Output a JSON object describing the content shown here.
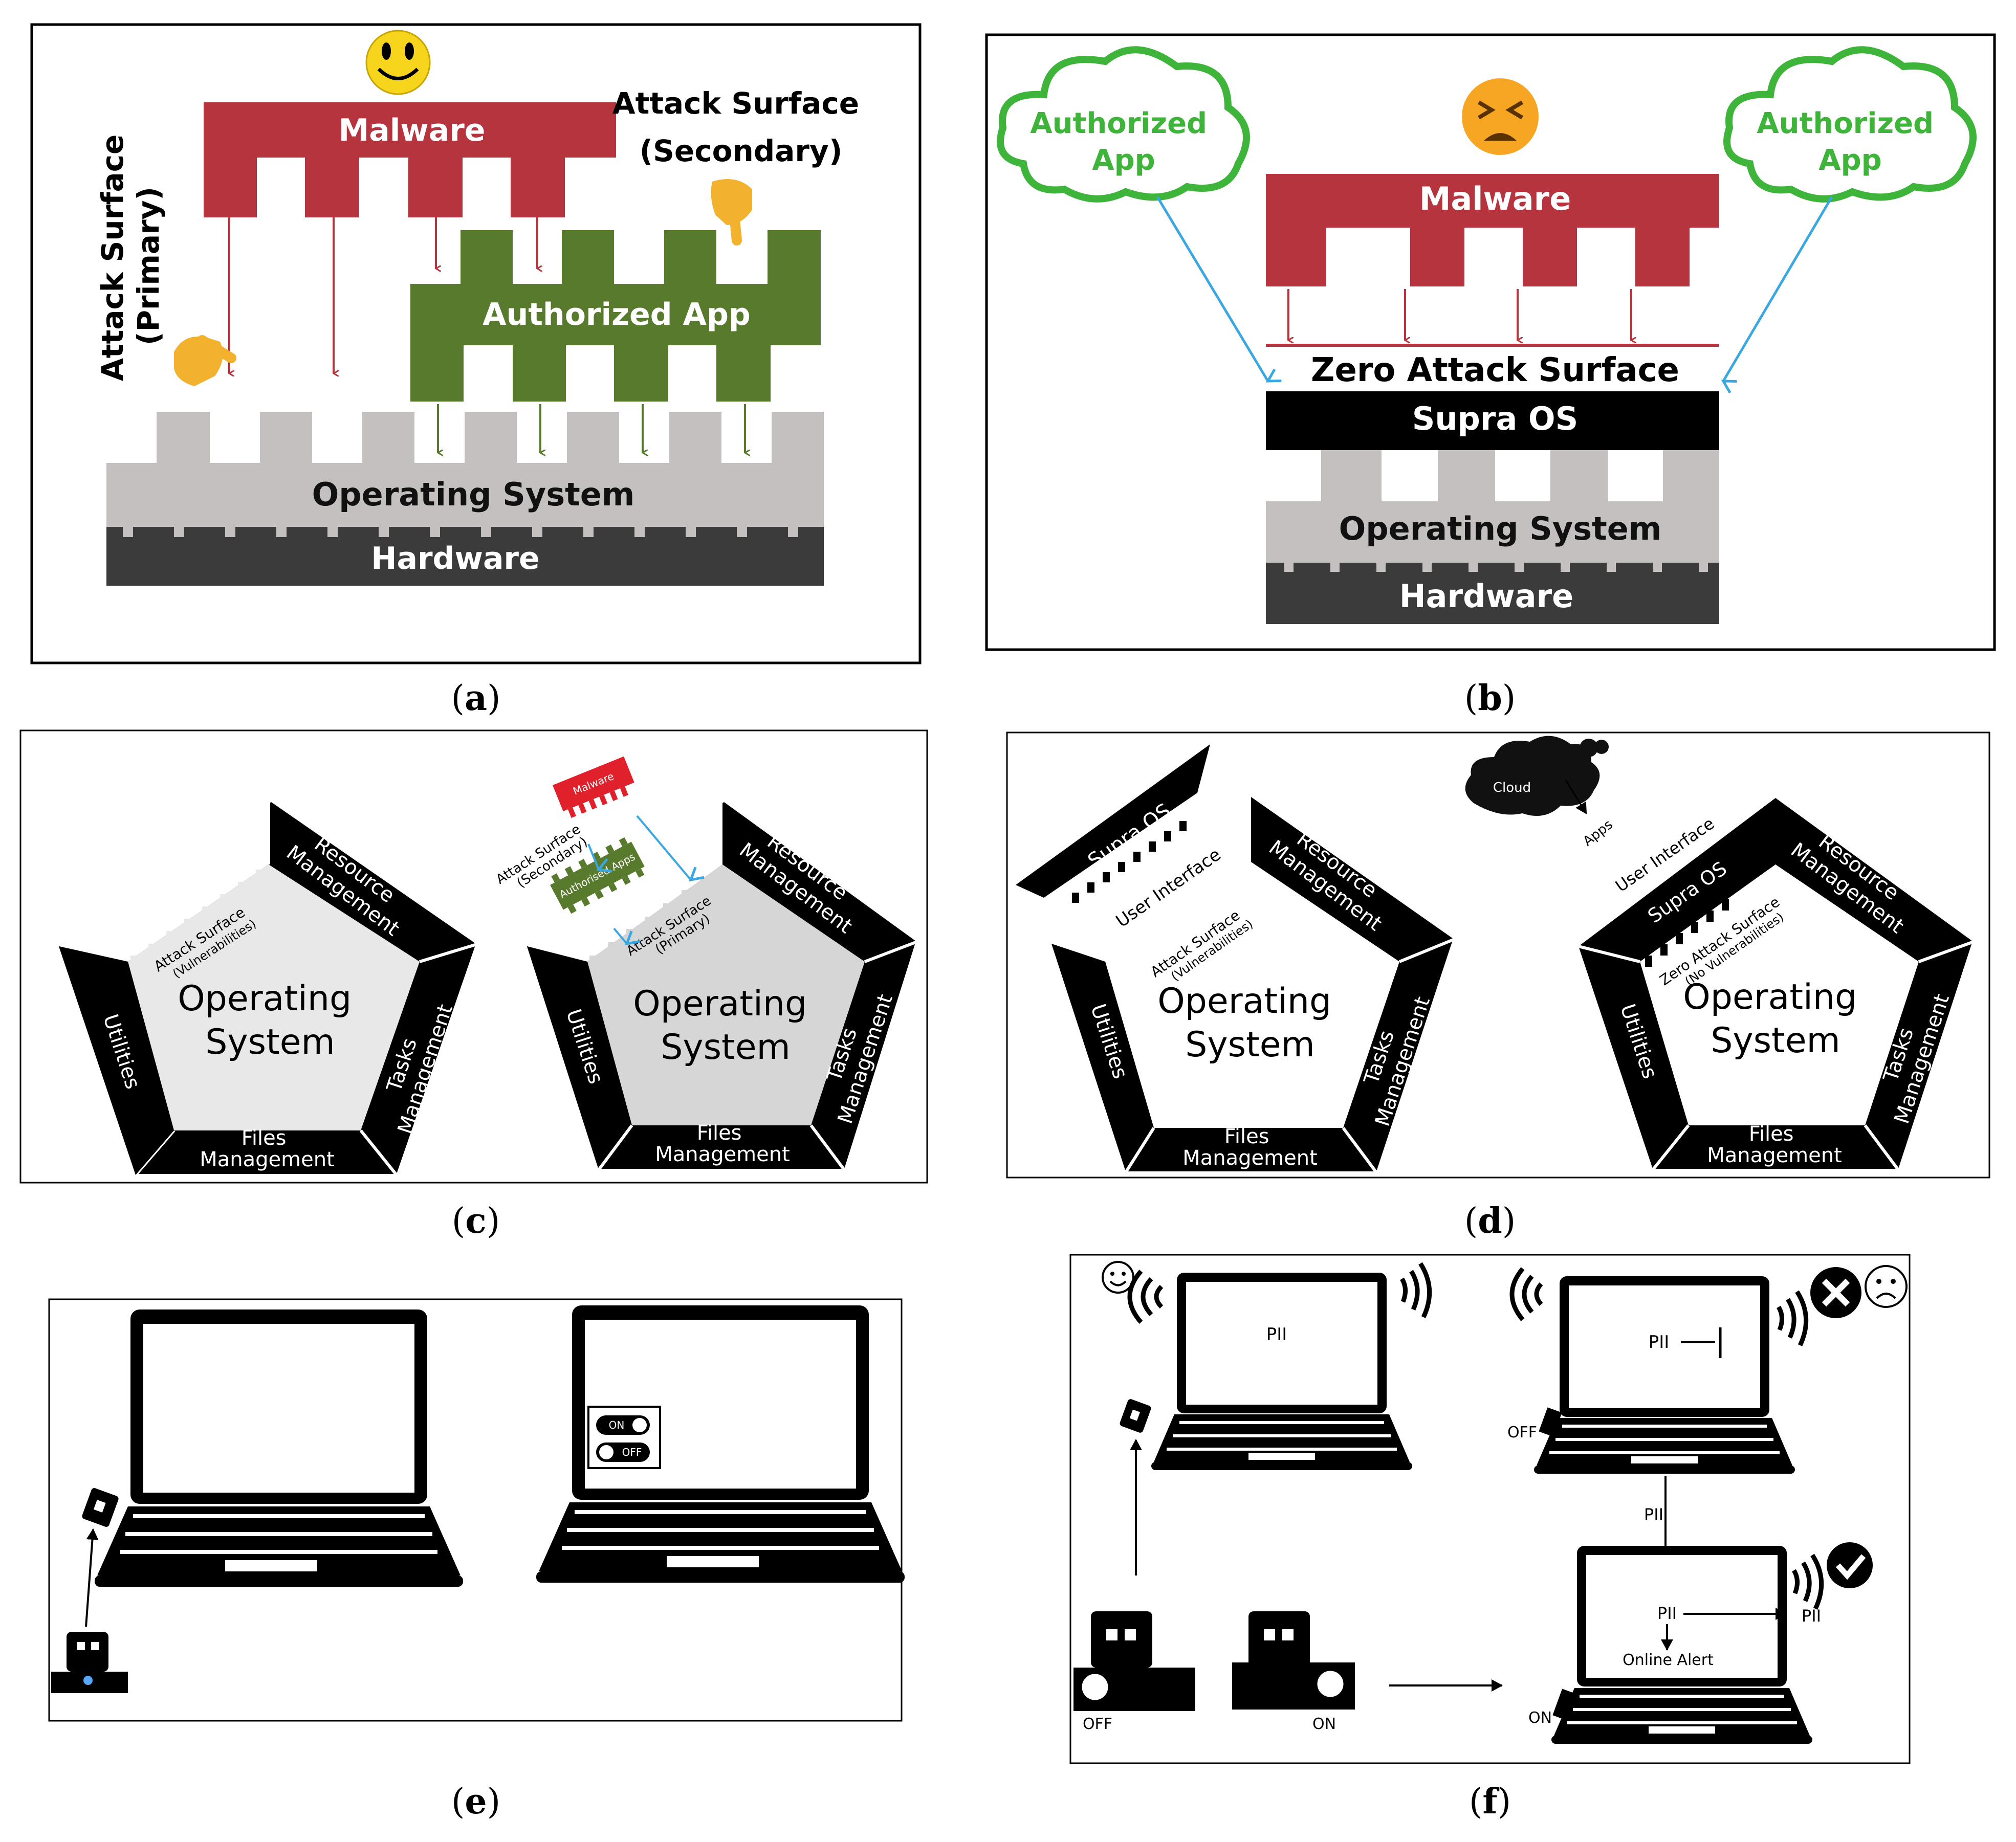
{
  "panels": {
    "a": {
      "caption": "a",
      "malware": "Malware",
      "authorized_app": "Authorized App",
      "os": "Operating System",
      "hardware": "Hardware",
      "attack_primary_1": "Attack Surface",
      "attack_primary_2": "(Primary)",
      "attack_secondary_1": "Attack Surface",
      "attack_secondary_2": "(Secondary)",
      "colors": {
        "malware": "#b5343e",
        "app": "#587a2c",
        "os": "#c4c0c0",
        "hardware": "#3b3b3b"
      }
    },
    "b": {
      "caption": "b",
      "cloud_left_1": "Authorized",
      "cloud_left_2": "App",
      "cloud_right_1": "Authorized",
      "cloud_right_2": "App",
      "malware": "Malware",
      "zero_attack": "Zero Attack Surface",
      "supra_os": "Supra OS",
      "os": "Operating System",
      "hardware": "Hardware",
      "colors": {
        "cloud_stroke": "#3fb43a",
        "arrow": "#3aa7e0"
      }
    },
    "c": {
      "caption": "c",
      "left": {
        "attack_1": "Attack Surface",
        "attack_2": "(Vulnerabilities)",
        "os_1": "Operating",
        "os_2": "System",
        "resource_1": "Resource",
        "resource_2": "Management",
        "tasks_1": "Tasks",
        "tasks_2": "Management",
        "files_1": "Files",
        "files_2": "Management",
        "utilities": "Utilities"
      },
      "right": {
        "malware": "Malware",
        "secondary_1": "Attack Surface",
        "secondary_2": "(Secondary)",
        "authorised_apps": "Authorised Apps",
        "primary_1": "Attack Surface",
        "primary_2": "(Primary)",
        "os_1": "Operating",
        "os_2": "System",
        "resource_1": "Resource",
        "resource_2": "Management",
        "tasks_1": "Tasks",
        "tasks_2": "Management",
        "files_1": "Files",
        "files_2": "Management",
        "utilities": "Utilities"
      }
    },
    "d": {
      "caption": "d",
      "cloud": "Cloud",
      "apps": "Apps",
      "left": {
        "supra_os": "Supra OS",
        "user_interface": "User Interface",
        "attack_1": "Attack Surface",
        "attack_2": "(Vulnerabilities)",
        "os_1": "Operating",
        "os_2": "System",
        "resource_1": "Resource",
        "resource_2": "Management",
        "tasks_1": "Tasks",
        "tasks_2": "Management",
        "files_1": "Files",
        "files_2": "Management",
        "utilities": "Utilities"
      },
      "right": {
        "user_interface": "User Interface",
        "supra_os": "Supra OS",
        "zero_1": "Zero Attack Surface",
        "zero_2": "(No Vulnerabilities)",
        "os_1": "Operating",
        "os_2": "System",
        "resource_1": "Resource",
        "resource_2": "Management",
        "tasks_1": "Tasks",
        "tasks_2": "Management",
        "files_1": "Files",
        "files_2": "Management",
        "utilities": "Utilities"
      }
    },
    "e": {
      "caption": "e",
      "switch_on": "ON",
      "switch_off": "OFF"
    },
    "f": {
      "caption": "f",
      "pii_top_left": "PII",
      "pii_top_right": "PII",
      "off_label_laptop": "OFF",
      "pii_vertical": "PII",
      "pii_bottom": "PII",
      "pii_out": "PII",
      "online_alert": "Online Alert",
      "on_label_laptop": "ON",
      "device_off": "OFF",
      "device_on": "ON"
    }
  }
}
